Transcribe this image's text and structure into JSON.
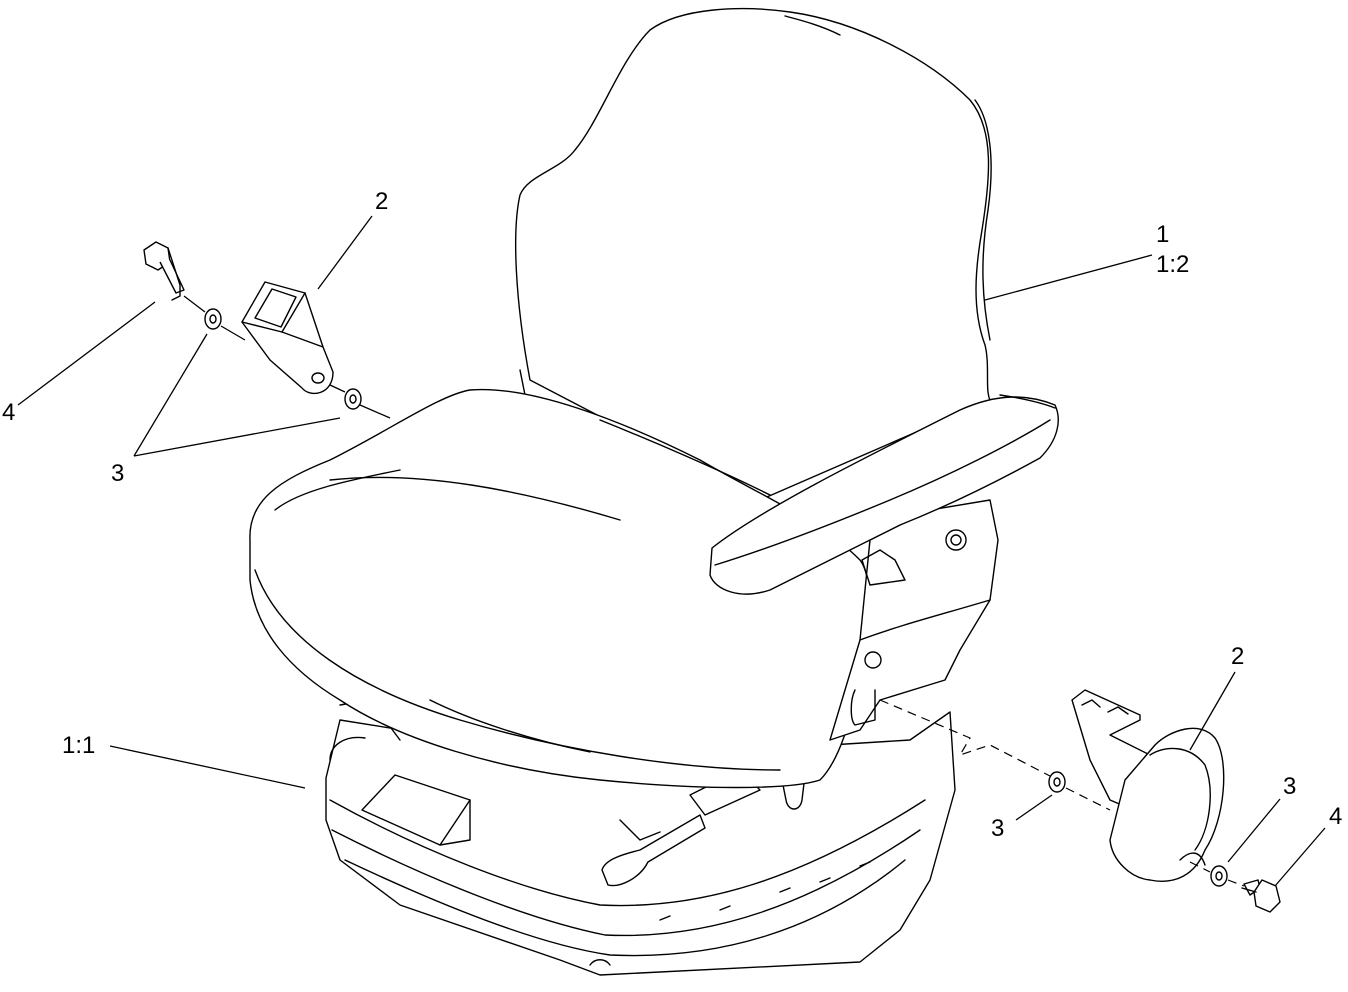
{
  "callouts": {
    "seat_number": "1",
    "seat_sub": "1:2",
    "base": "1:1",
    "buckle_left": "2",
    "buckle_right": "2",
    "washer_left": "3",
    "washer_right_a": "3",
    "washer_right_b": "3",
    "bolt_left": "4",
    "bolt_right": "4"
  }
}
